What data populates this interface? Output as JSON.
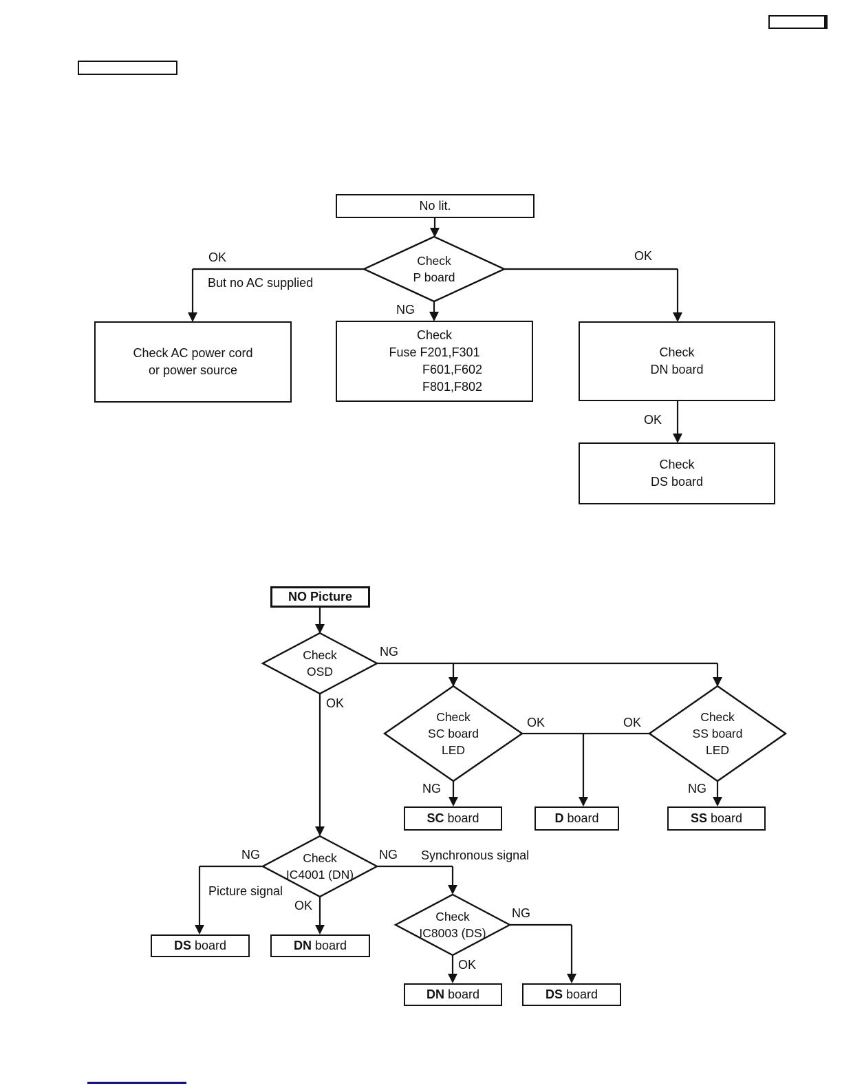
{
  "colors": {
    "ink": "#121212",
    "link_line": "#10107E"
  },
  "flow_no_lit": {
    "start": "No lit.",
    "decision_p_board": [
      "Check",
      "P board"
    ],
    "label_ok_left": "OK",
    "label_but_no_ac": "But no AC supplied",
    "label_ng": "NG",
    "label_ok_right": "OK",
    "label_ok_down": "OK",
    "box_ac_power": [
      "Check AC power cord",
      "or power source"
    ],
    "box_fuse": [
      "Check",
      "Fuse F201,F301",
      "F601,F602",
      "F801,F802"
    ],
    "box_dn": [
      "Check",
      "DN board"
    ],
    "box_ds": [
      "Check",
      "DS board"
    ]
  },
  "flow_no_picture": {
    "start": "NO Picture",
    "decision_osd": [
      "Check",
      "OSD"
    ],
    "label_ng_osd": "NG",
    "label_ok_osd": "OK",
    "decision_sc_led": [
      "Check",
      "SC board",
      "LED"
    ],
    "decision_ss_led": [
      "Check",
      "SS board",
      "LED"
    ],
    "label_ok_sc": "OK",
    "label_ok_ss": "OK",
    "label_ng_sc": "NG",
    "label_ng_ss": "NG",
    "box_sc": {
      "bold": "SC",
      "rest": " board"
    },
    "box_d": {
      "bold": "D",
      "rest": " board"
    },
    "box_ss": {
      "bold": "SS",
      "rest": " board"
    },
    "decision_ic4001": [
      "Check",
      "IC4001 (DN)"
    ],
    "label_ng_ic4001_left": "NG",
    "label_picture_signal": "Picture signal",
    "label_ok_ic4001": "OK",
    "label_ng_ic4001_right": "NG",
    "label_synchronous_signal": "Synchronous signal",
    "decision_ic8003": [
      "Check",
      "IC8003 (DS)"
    ],
    "label_ok_ic8003": "OK",
    "label_ng_ic8003": "NG",
    "box_ds_picture": {
      "bold": "DS",
      "rest": " board"
    },
    "box_dn_picture": {
      "bold": "DN",
      "rest": " board"
    },
    "box_dn_sync": {
      "bold": "DN",
      "rest": " board"
    },
    "box_ds_sync": {
      "bold": "DS",
      "rest": " board"
    }
  }
}
